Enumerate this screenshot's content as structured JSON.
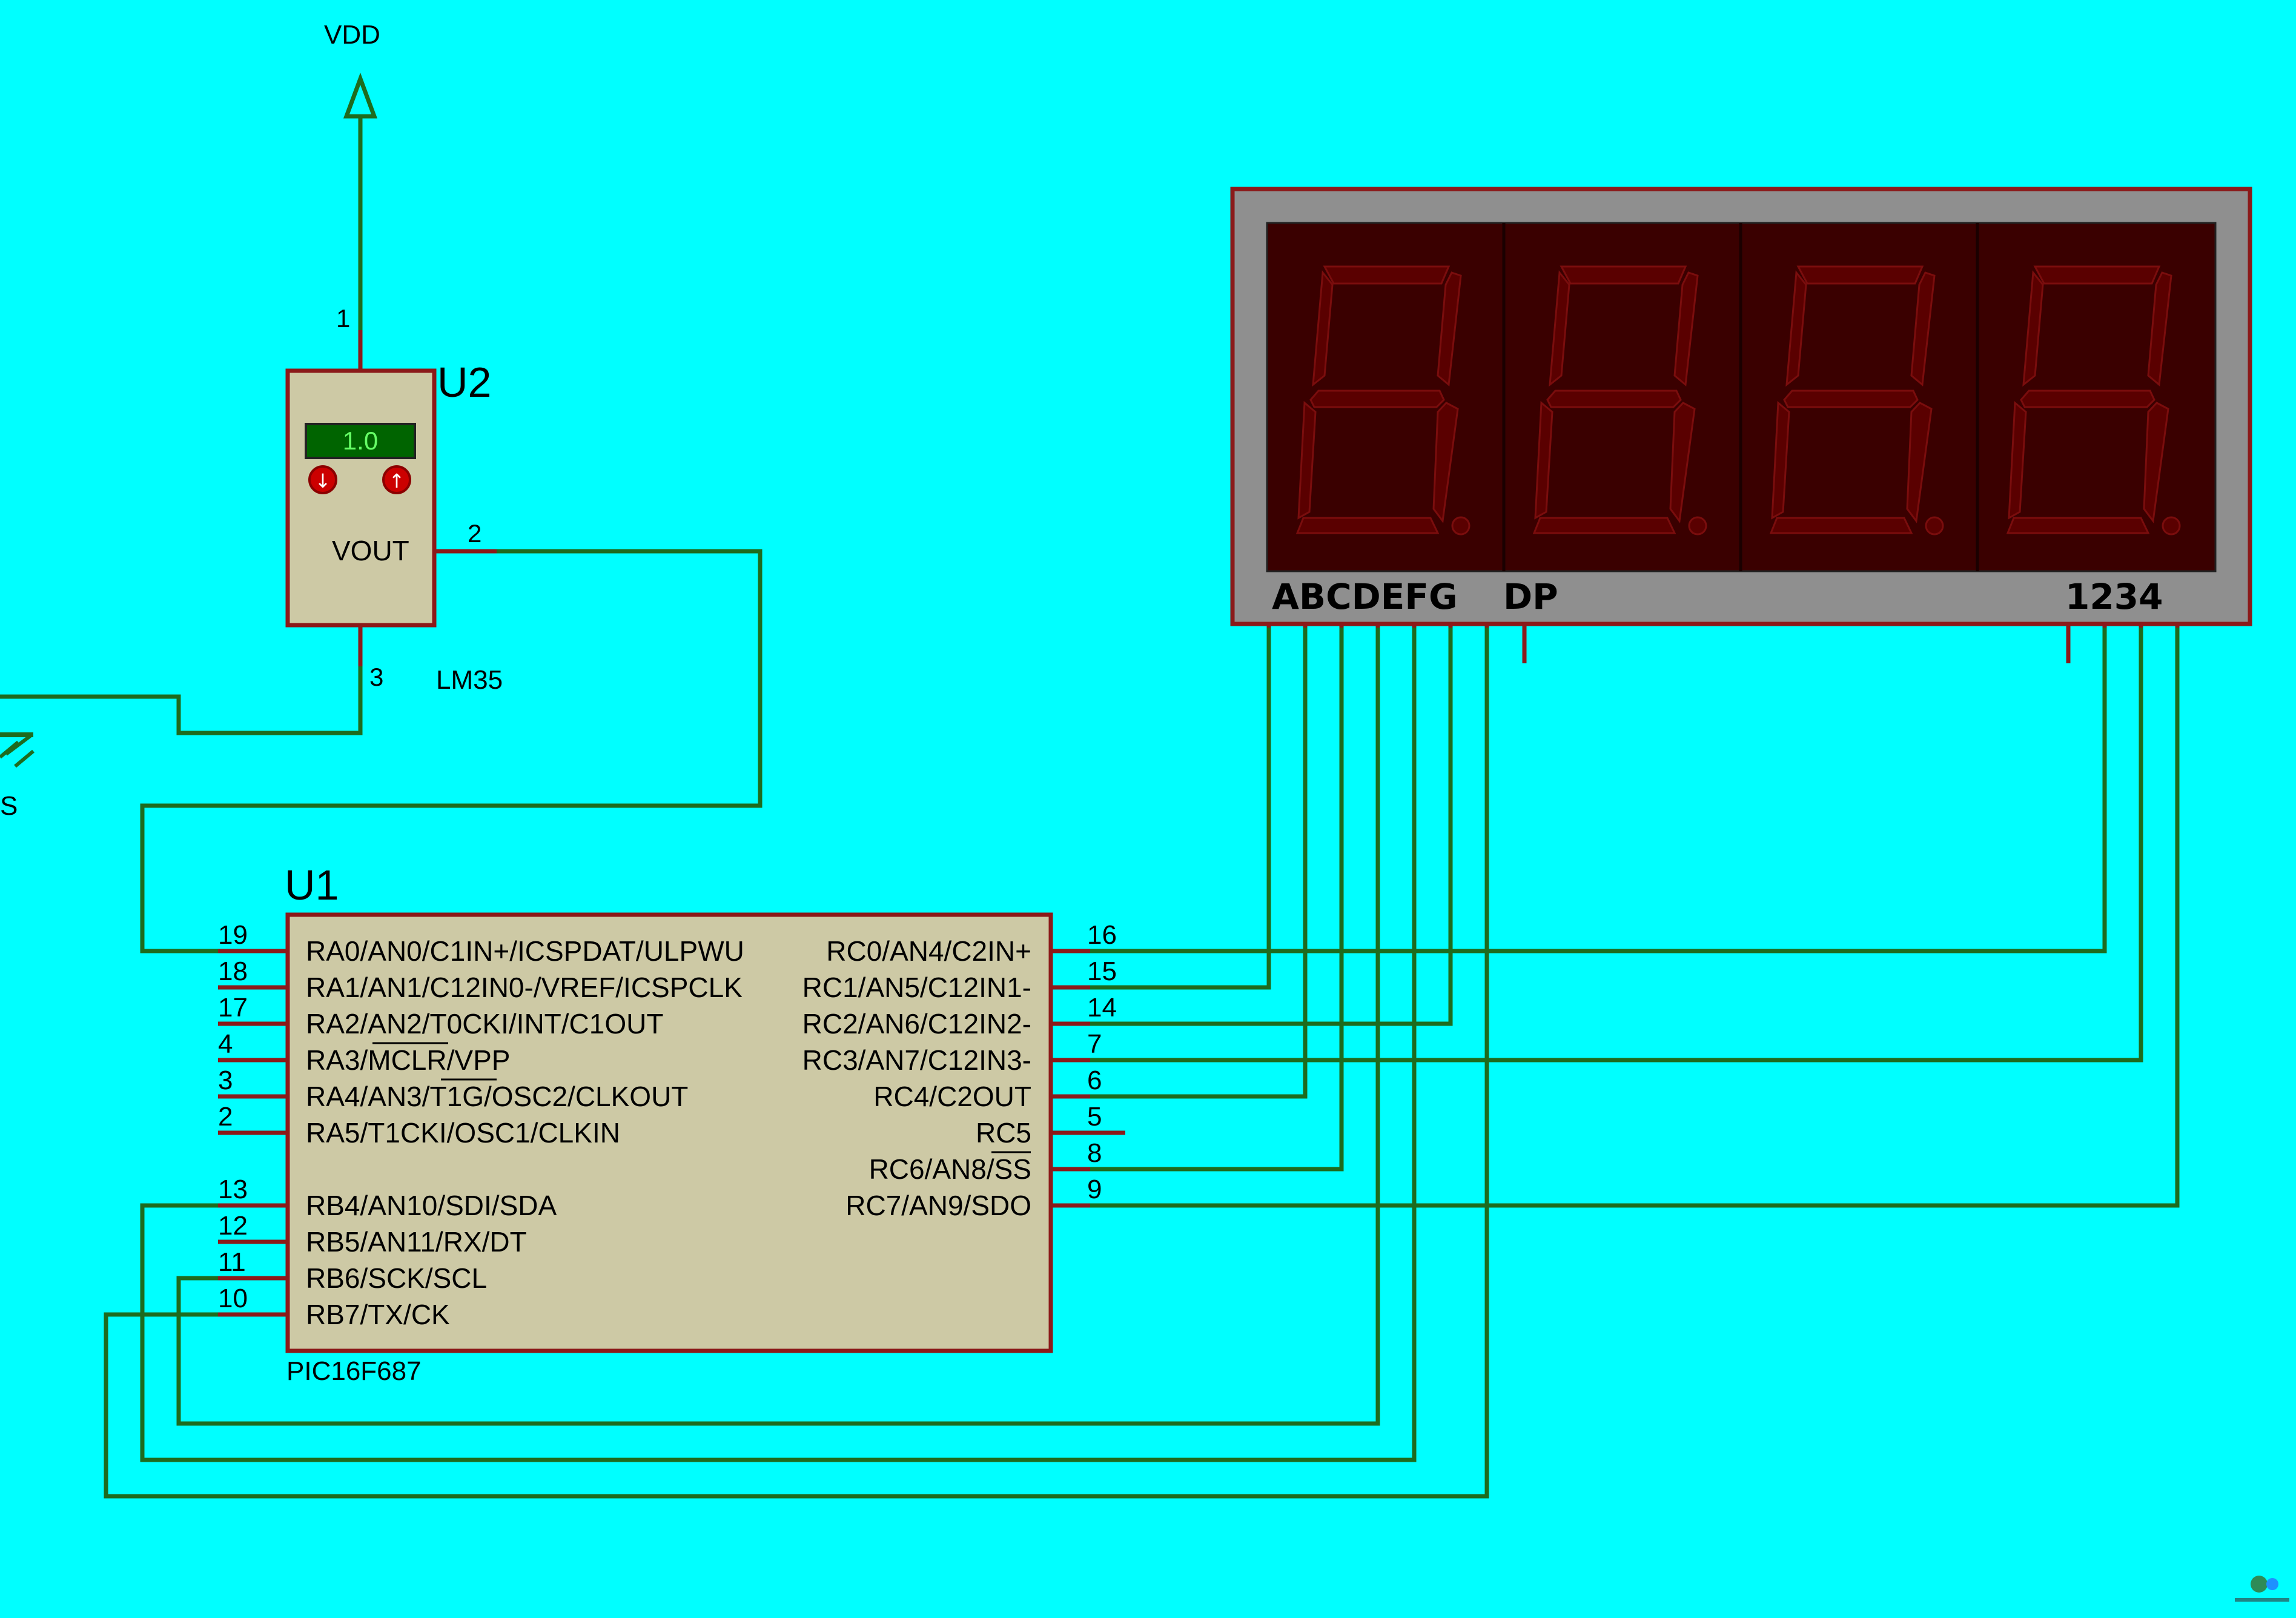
{
  "vdd": {
    "label": "VDD"
  },
  "u2": {
    "ref": "U2",
    "part": "LM35",
    "display_value": "1.0",
    "vout_label": "VOUT",
    "pins": {
      "p1": "1",
      "p2": "2",
      "p3": "3"
    }
  },
  "ground": {
    "label": "S"
  },
  "u1": {
    "ref": "U1",
    "part": "PIC16F687",
    "left_pins": [
      {
        "num": "19",
        "name": "RA0/AN0/C1IN+/ICSPDAT/ULPWU"
      },
      {
        "num": "18",
        "name": "RA1/AN1/C12IN0-/VREF/ICSPCLK"
      },
      {
        "num": "17",
        "name": "RA2/AN2/T0CKI/INT/C1OUT"
      },
      {
        "num": "4",
        "name": "RA3/MCLR/VPP"
      },
      {
        "num": "3",
        "name": "RA4/AN3/T1G/OSC2/CLKOUT"
      },
      {
        "num": "2",
        "name": "RA5/T1CKI/OSC1/CLKIN"
      },
      {
        "num": "13",
        "name": "RB4/AN10/SDI/SDA"
      },
      {
        "num": "12",
        "name": "RB5/AN11/RX/DT"
      },
      {
        "num": "11",
        "name": "RB6/SCK/SCL"
      },
      {
        "num": "10",
        "name": "RB7/TX/CK"
      }
    ],
    "right_pins": [
      {
        "num": "16",
        "name": "RC0/AN4/C2IN+"
      },
      {
        "num": "15",
        "name": "RC1/AN5/C12IN1-"
      },
      {
        "num": "14",
        "name": "RC2/AN6/C12IN2-"
      },
      {
        "num": "7",
        "name": "RC3/AN7/C12IN3-"
      },
      {
        "num": "6",
        "name": "RC4/C2OUT"
      },
      {
        "num": "5",
        "name": "RC5"
      },
      {
        "num": "8",
        "name": "RC6/AN8/SS"
      },
      {
        "num": "9",
        "name": "RC7/AN9/SDO"
      }
    ]
  },
  "display": {
    "segment_label": "ABCDEFG",
    "dp_label": "DP",
    "digits_label": "1234",
    "digit_count": 4
  },
  "colors": {
    "background": "#00ffff",
    "wire": "#1e6b1e",
    "pin": "#8b1a1a",
    "body": "#cdc9a5",
    "display_frame": "#8f8f8f",
    "display_bg": "#3a0000"
  }
}
